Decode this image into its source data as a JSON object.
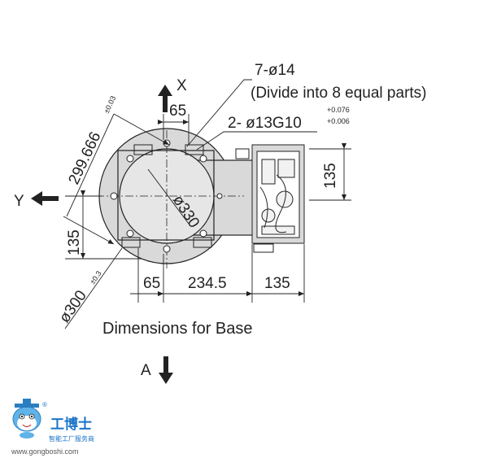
{
  "labels": {
    "x_axis": "X",
    "y_axis": "Y",
    "view_a": "A",
    "holes": "7-ø14",
    "holes_note": "(Divide into 8 equal parts)",
    "dim_65_top": "65",
    "pin_holes": "2- ø13G10",
    "tol_plus": "+0.076",
    "tol_minus": "+0.006",
    "dim_135_right": "135",
    "dim_299": "299.666",
    "tol_299": "±0.03",
    "dim_135_left": "135",
    "dia_330": "ø330",
    "dia_300": "ø300",
    "tol_300": "±0.3",
    "dim_65_bottom": "65",
    "dim_234": "234.5",
    "dim_135_bottom": "135"
  },
  "caption": "Dimensions for Base",
  "watermark": {
    "name": "工博士",
    "tagline": "智能工厂服务商",
    "url": "www.gongboshi.com"
  },
  "colors": {
    "line": "#222222",
    "fill_gray": "#d9d9d9",
    "watermark_blue": "#1a73c8"
  }
}
